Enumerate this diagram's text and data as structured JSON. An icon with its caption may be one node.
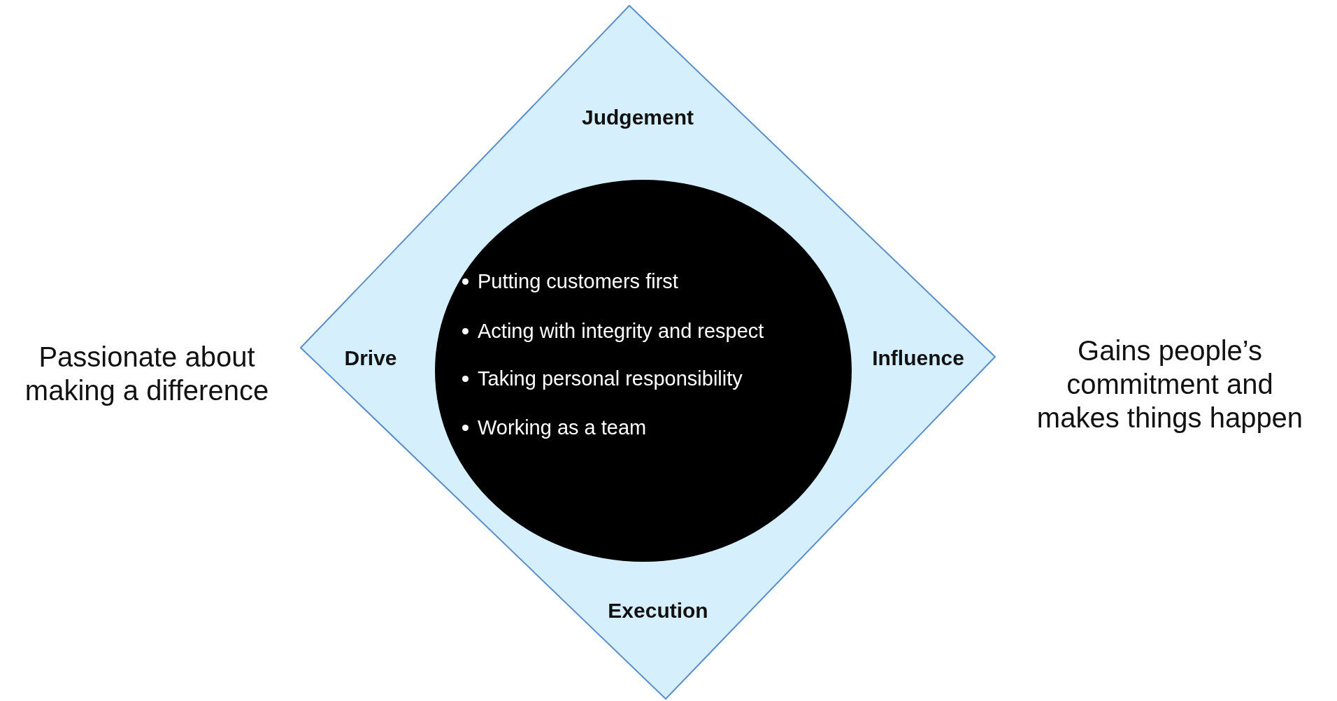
{
  "diagram": {
    "nodes": [
      {
        "text": [
          "Judgement",
          "Drive",
          "Influence",
          "Execution"
        ]
      },
      {
        "text": [
          "Putting customers first",
          "Acting with integrity and  respect",
          "Taking personal responsibility",
          "Working as a team"
        ],
        "in": 0
      }
    ],
    "labels": [
      "Passionate about making a difference",
      "Gains people’s commitment and makes things happen"
    ]
  }
}
